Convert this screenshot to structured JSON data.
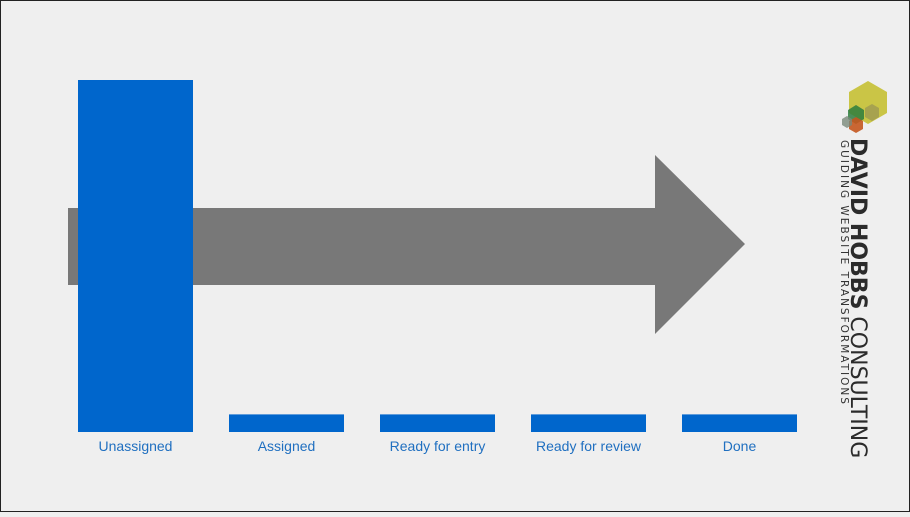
{
  "chart_data": {
    "type": "bar",
    "categories": [
      "Unassigned",
      "Assigned",
      "Ready for entry",
      "Ready for review",
      "Done"
    ],
    "values": [
      100,
      5,
      5,
      5,
      5
    ],
    "title": "",
    "xlabel": "",
    "ylabel": "",
    "ylim": [
      0,
      100
    ],
    "grid": false,
    "legend": "none",
    "bar_color": "#0066cc",
    "label_color": "#1f6fc0",
    "arrow_color": "#787878"
  },
  "brand": {
    "name_bold": "DAVID HOBBS",
    "name_light": " CONSULTING",
    "tagline": "GUIDING WEBSITE TRANSFORMATIONS",
    "logo_colors": [
      "#c5c033",
      "#2e7d3e",
      "#c4561e",
      "#7a8a7a"
    ]
  }
}
